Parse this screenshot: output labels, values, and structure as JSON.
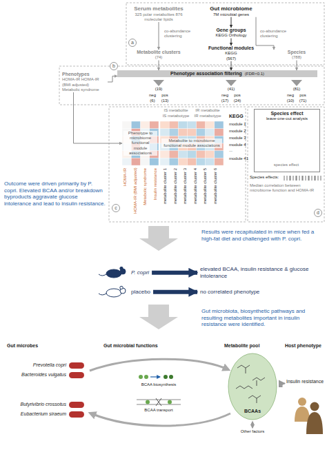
{
  "diagram": {
    "nodes": [
      {
        "text": [
          "a"
        ]
      },
      {
        "text": [
          "Serum metabolites",
          "325 polar metabolites 876 molecular lipids"
        ]
      },
      {
        "text": [
          "Gut microbiome",
          "7M microbial genes"
        ]
      },
      {
        "text": [
          "Metabolite clusters",
          "(74)"
        ]
      },
      {
        "text": [
          "Gene groups",
          "KEGG Orthology"
        ]
      },
      {
        "text": [
          "Functional modules",
          "KEGG",
          "(567)"
        ]
      },
      {
        "text": [
          "Species",
          "(788)"
        ]
      },
      {
        "text": [
          "b"
        ]
      },
      {
        "text": [
          "Phenotypes",
          "HOMA-IR HOMA-IR (BMI adjusted) Metabolic syndrome"
        ]
      },
      {
        "text": [
          "Phenotype association filtering",
          "(FDR<0.1)"
        ]
      },
      {
        "text": [
          "c"
        ]
      },
      {
        "text": [
          "Phenotype to microbiome functional module associations"
        ]
      },
      {
        "text": [
          "Metabolite to microbiome functional module associations"
        ]
      },
      {
        "text": [
          "d"
        ]
      },
      {
        "text": [
          "Species effect",
          "leave-one-out analysis"
        ]
      },
      {
        "text": [
          "P. copri"
        ]
      },
      {
        "text": [
          "elevated BCAA, insulin resistance & glucose intolerance"
        ]
      },
      {
        "text": [
          "placebo"
        ]
      },
      {
        "text": [
          "no correlated phenotype"
        ]
      },
      {
        "text": [
          "BCAAs"
        ]
      },
      {
        "text": [
          "Insulin resistance"
        ]
      }
    ],
    "edges": [
      {
        "from": 1,
        "to": 3,
        "arrow": "to"
      },
      {
        "from": 2,
        "to": 4,
        "arrow": "to"
      },
      {
        "from": 4,
        "to": 5,
        "arrow": "to"
      },
      {
        "from": 2,
        "to": 6,
        "arrow": "to"
      },
      {
        "from": 3,
        "to": 9,
        "arrow": "to"
      },
      {
        "from": 5,
        "to": 9,
        "arrow": "to"
      },
      {
        "from": 6,
        "to": 9,
        "arrow": "to"
      },
      {
        "from": 8,
        "to": 9,
        "arrow": "to"
      },
      {
        "from": 8,
        "to": 11,
        "arrow": "to"
      },
      {
        "from": 15,
        "to": 16,
        "arrow": "to"
      },
      {
        "from": 17,
        "to": 18,
        "arrow": "to"
      },
      {
        "from": 19,
        "to": 20,
        "arrow": "to"
      }
    ],
    "labels": [
      "co-abundance clustering",
      "co-abundance clustering",
      "(19)",
      "(41)",
      "(81)",
      "neg",
      "pos",
      "(6)",
      "(13)",
      "neg",
      "pos",
      "(17)",
      "(24)",
      "neg",
      "pos",
      "(10)",
      "(71)",
      "IS metabolite",
      "IR metabolite",
      "IS metabotype",
      "IR metabotype",
      "KEGG",
      "module 1",
      "module 2",
      "module 3",
      "module 4",
      "...",
      "module 41",
      "HOMA-IR",
      "HOMA-IR (BMI adjusted)",
      "Metabolic syndrome",
      "Insulin resistance",
      "metabolite cluster 1",
      "metabolite cluster 2",
      "metabolite cluster 3",
      "metabolite cluster 4",
      "metabolite cluster 5",
      "metabolite cluster 6",
      "Species effects:",
      "Median correlation between microbiome function and HOMA-IR",
      "species effect",
      "Outcome were driven primarily by P. copri. Elevated BCAA and/or breakdown byproducts aggravate glucose intolerance and lead to insulin resistance.",
      "Results were recapitulated in mice when fed a high-fat diet and challenged with P. copri.",
      "Gut microbiota, biosynthetic pathways and resulting metabolites important in insulin resistance were identified.",
      "Gut microbes",
      "Gut microbial functions",
      "Metabolite pool",
      "Host phenotype",
      "Prevotella copri",
      "Bacteroides vulgatus",
      "Butyrivibrio crossotus",
      "Eubacterium siraeum",
      "BCAA biosynthesis",
      "BCAA transport",
      "Other factors"
    ]
  }
}
